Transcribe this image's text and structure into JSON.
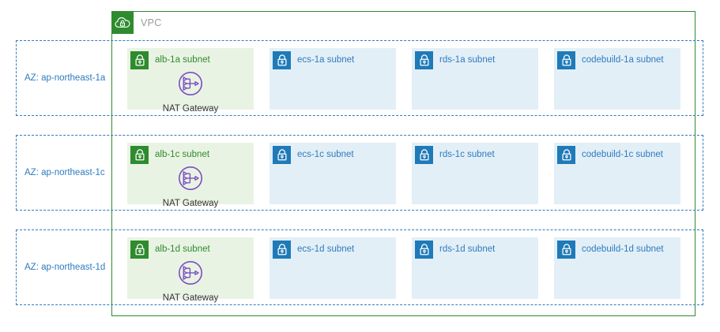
{
  "vpc": {
    "title": "VPC",
    "icon": "vpc-cloud-lock-icon",
    "border_color": "#2e8b2e"
  },
  "legend_colors": {
    "vpc_green": "#2e8b2e",
    "az_blue": "#2e7bbf",
    "public_subnet_fill": "#e9f3e4",
    "private_subnet_fill": "#e3eff7",
    "public_label": "#2e8b2e",
    "private_label": "#2e7bbf",
    "nat_purple": "#7a4fc0",
    "vpc_title_gray": "#9a9a9a"
  },
  "availability_zones": [
    {
      "label": "AZ: ap-northeast-1a",
      "subnets": [
        {
          "label": "alb-1a subnet",
          "type": "public",
          "icon": "lock-icon",
          "resource": {
            "name": "NAT Gateway",
            "icon": "nat-gateway-icon"
          }
        },
        {
          "label": "ecs-1a subnet",
          "type": "private",
          "icon": "lock-icon",
          "resource": null
        },
        {
          "label": "rds-1a subnet",
          "type": "private",
          "icon": "lock-icon",
          "resource": null
        },
        {
          "label": "codebuild-1a subnet",
          "type": "private",
          "icon": "lock-icon",
          "resource": null
        }
      ]
    },
    {
      "label": "AZ: ap-northeast-1c",
      "subnets": [
        {
          "label": "alb-1c subnet",
          "type": "public",
          "icon": "lock-icon",
          "resource": {
            "name": "NAT Gateway",
            "icon": "nat-gateway-icon"
          }
        },
        {
          "label": "ecs-1c subnet",
          "type": "private",
          "icon": "lock-icon",
          "resource": null
        },
        {
          "label": "rds-1c subnet",
          "type": "private",
          "icon": "lock-icon",
          "resource": null
        },
        {
          "label": "codebuild-1c subnet",
          "type": "private",
          "icon": "lock-icon",
          "resource": null
        }
      ]
    },
    {
      "label": "AZ: ap-northeast-1d",
      "subnets": [
        {
          "label": "alb-1d subnet",
          "type": "public",
          "icon": "lock-icon",
          "resource": {
            "name": "NAT Gateway",
            "icon": "nat-gateway-icon"
          }
        },
        {
          "label": "ecs-1d subnet",
          "type": "private",
          "icon": "lock-icon",
          "resource": null
        },
        {
          "label": "rds-1d subnet",
          "type": "private",
          "icon": "lock-icon",
          "resource": null
        },
        {
          "label": "codebuild-1d subnet",
          "type": "private",
          "icon": "lock-icon",
          "resource": null
        }
      ]
    }
  ]
}
